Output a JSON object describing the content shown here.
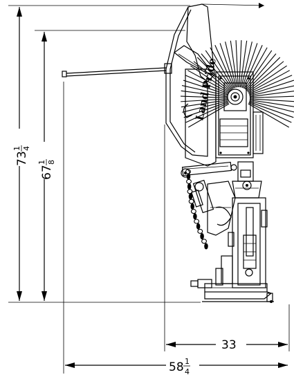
{
  "dimensions": {
    "height_overall": {
      "whole": "73",
      "num": "1",
      "den": "4"
    },
    "height_working": {
      "whole": "67",
      "num": "1",
      "den": "8"
    },
    "depth_base": {
      "value": "33"
    },
    "depth_overall": {
      "whole": "58",
      "num": "1",
      "den": "4"
    }
  },
  "logo": {
    "text": "Land Pride"
  },
  "colors": {
    "line": "#000000",
    "background": "#ffffff"
  },
  "bristle_count": 46
}
